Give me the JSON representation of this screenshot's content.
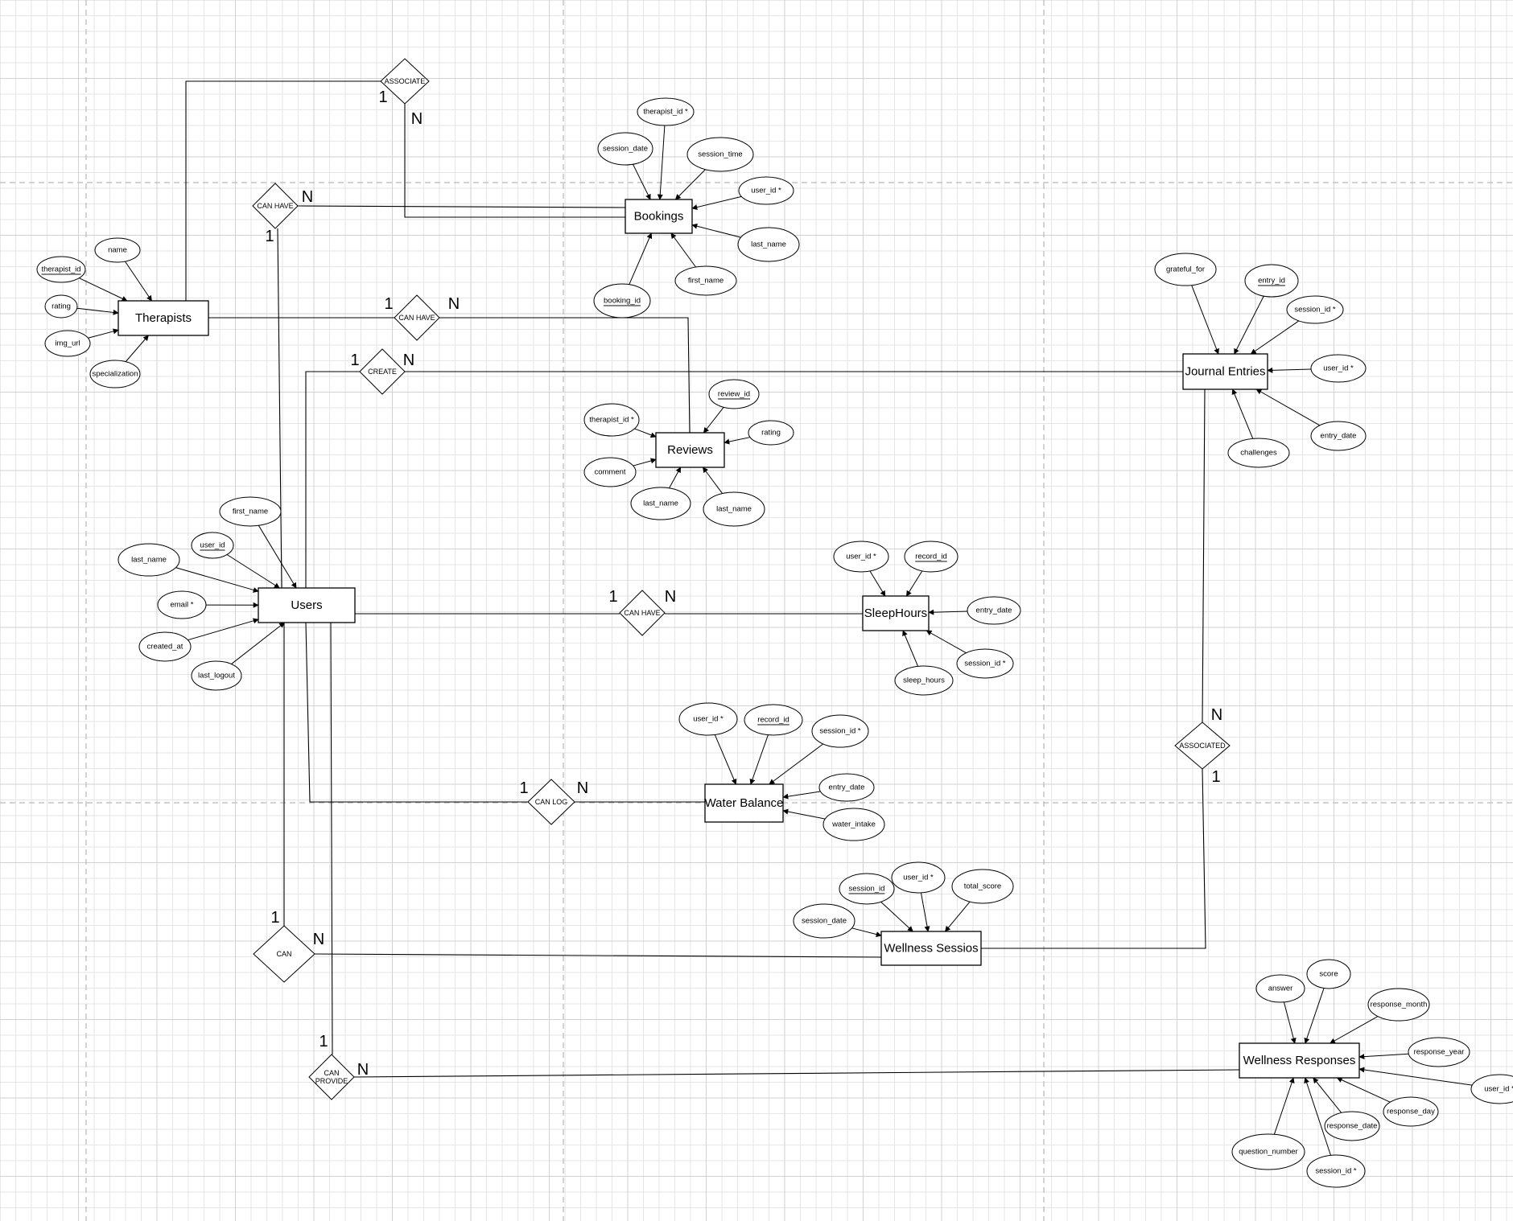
{
  "entities": [
    {
      "id": "therapists",
      "label": "Therapists"
    },
    {
      "id": "bookings",
      "label": "Bookings"
    },
    {
      "id": "reviews",
      "label": "Reviews"
    },
    {
      "id": "users",
      "label": "Users"
    },
    {
      "id": "journal",
      "label": "Journal Entries"
    },
    {
      "id": "sleep",
      "label": "SleepHours"
    },
    {
      "id": "water",
      "label": "Water Balance"
    },
    {
      "id": "wsession",
      "label": "Wellness Sessios"
    },
    {
      "id": "wresp",
      "label": "Wellness Responses"
    }
  ],
  "attributes": [
    {
      "entity": "therapists",
      "label": "therapist_id",
      "key": true
    },
    {
      "entity": "therapists",
      "label": "name",
      "key": false
    },
    {
      "entity": "therapists",
      "label": "rating",
      "key": false
    },
    {
      "entity": "therapists",
      "label": "img_url",
      "key": false
    },
    {
      "entity": "therapists",
      "label": "specialization",
      "key": false
    },
    {
      "entity": "bookings",
      "label": "therapist_id *",
      "key": false
    },
    {
      "entity": "bookings",
      "label": "session_date",
      "key": false
    },
    {
      "entity": "bookings",
      "label": "session_time",
      "key": false
    },
    {
      "entity": "bookings",
      "label": "user_id *",
      "key": false
    },
    {
      "entity": "bookings",
      "label": "last_name",
      "key": false
    },
    {
      "entity": "bookings",
      "label": "first_name",
      "key": false
    },
    {
      "entity": "bookings",
      "label": "booking_id",
      "key": true
    },
    {
      "entity": "reviews",
      "label": "review_id",
      "key": true
    },
    {
      "entity": "reviews",
      "label": "therapist_id *",
      "key": false
    },
    {
      "entity": "reviews",
      "label": "rating",
      "key": false
    },
    {
      "entity": "reviews",
      "label": "comment",
      "key": false
    },
    {
      "entity": "reviews",
      "label": "last_name",
      "key": false
    },
    {
      "entity": "reviews",
      "label": "last_name",
      "key": false
    },
    {
      "entity": "users",
      "label": "first_name",
      "key": false
    },
    {
      "entity": "users",
      "label": "user_id",
      "key": true
    },
    {
      "entity": "users",
      "label": "last_name",
      "key": false
    },
    {
      "entity": "users",
      "label": "email *",
      "key": false
    },
    {
      "entity": "users",
      "label": "created_at",
      "key": false
    },
    {
      "entity": "users",
      "label": "last_logout",
      "key": false
    },
    {
      "entity": "journal",
      "label": "grateful_for",
      "key": false
    },
    {
      "entity": "journal",
      "label": "entry_id",
      "key": true
    },
    {
      "entity": "journal",
      "label": "session_id *",
      "key": false
    },
    {
      "entity": "journal",
      "label": "user_id *",
      "key": false
    },
    {
      "entity": "journal",
      "label": "entry_date",
      "key": false
    },
    {
      "entity": "journal",
      "label": "challenges",
      "key": false
    },
    {
      "entity": "sleep",
      "label": "user_id *",
      "key": false
    },
    {
      "entity": "sleep",
      "label": "record_id",
      "key": true
    },
    {
      "entity": "sleep",
      "label": "entry_date",
      "key": false
    },
    {
      "entity": "sleep",
      "label": "session_id *",
      "key": false
    },
    {
      "entity": "sleep",
      "label": "sleep_hours",
      "key": false
    },
    {
      "entity": "water",
      "label": "user_id *",
      "key": false
    },
    {
      "entity": "water",
      "label": "record_id",
      "key": true
    },
    {
      "entity": "water",
      "label": "session_id *",
      "key": false
    },
    {
      "entity": "water",
      "label": "entry_date",
      "key": false
    },
    {
      "entity": "water",
      "label": "water_intake",
      "key": false
    },
    {
      "entity": "wsession",
      "label": "session_id",
      "key": true
    },
    {
      "entity": "wsession",
      "label": "user_id *",
      "key": false
    },
    {
      "entity": "wsession",
      "label": "total_score",
      "key": false
    },
    {
      "entity": "wsession",
      "label": "session_date",
      "key": false
    },
    {
      "entity": "wresp",
      "label": "answer",
      "key": false
    },
    {
      "entity": "wresp",
      "label": "score",
      "key": false
    },
    {
      "entity": "wresp",
      "label": "response_month",
      "key": false
    },
    {
      "entity": "wresp",
      "label": "response_year",
      "key": false
    },
    {
      "entity": "wresp",
      "label": "user_id *",
      "key": false
    },
    {
      "entity": "wresp",
      "label": "response_day",
      "key": false
    },
    {
      "entity": "wresp",
      "label": "response_date",
      "key": false
    },
    {
      "entity": "wresp",
      "label": "question_number",
      "key": false
    },
    {
      "entity": "wresp",
      "label": "session_id *",
      "key": false
    }
  ],
  "relationships": [
    {
      "id": "associate",
      "label": "ASSOCIATE",
      "card_one": "1",
      "card_many": "N"
    },
    {
      "id": "canhave_bookings",
      "label": "CAN HAVE",
      "card_one": "1",
      "card_many": "N"
    },
    {
      "id": "canhave_reviews",
      "label": "CAN HAVE",
      "card_one": "1",
      "card_many": "N"
    },
    {
      "id": "create",
      "label": "CREATE",
      "card_one": "1",
      "card_many": "N"
    },
    {
      "id": "canhave_sleep",
      "label": "CAN HAVE",
      "card_one": "1",
      "card_many": "N"
    },
    {
      "id": "associated",
      "label": "ASSOCIATED",
      "card_one": "1",
      "card_many": "N"
    },
    {
      "id": "canlog",
      "label": "CAN LOG",
      "card_one": "1",
      "card_many": "N"
    },
    {
      "id": "can",
      "label": "CAN",
      "card_one": "1",
      "card_many": "N"
    },
    {
      "id": "canprovide",
      "label": "CAN PROVIDE",
      "label_lines": [
        "CAN",
        "PROVIDE"
      ],
      "card_one": "1",
      "card_many": "N"
    }
  ]
}
